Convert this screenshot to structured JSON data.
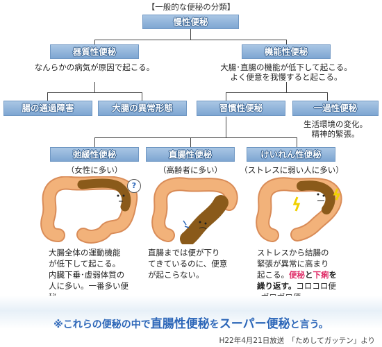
{
  "title": "【一般的な便秘の分類】",
  "nodes": {
    "root": "慢性便秘",
    "organic": "器質性便秘",
    "organic_desc": "なんらかの病気が原因で起こる。",
    "functional": "機能性便秘",
    "functional_desc_1": "大腸･直腸の機能が低下して起こる。",
    "functional_desc_2": "よく便意を我慢すると起こる。",
    "obstruction": "腸の通過障害",
    "malformation": "大腸の異常形態",
    "habitual": "習慣性便秘",
    "transient": "一過性便秘",
    "transient_desc_1": "生活環境の変化。",
    "transient_desc_2": "精神的緊張。",
    "atonic": "弛緩性便秘",
    "atonic_note": "（女性に多い）",
    "rectal": "直腸性便秘",
    "rectal_note": "（高齢者に多い）",
    "spastic": "けいれん性便秘",
    "spastic_note": "（ストレスに弱い人に多い）"
  },
  "descriptions": {
    "atonic": [
      "大腸全体の運動機能",
      "が低下して起こる。",
      "内臓下垂･虚弱体質の",
      "人に多い。一番多い便",
      "秘。"
    ],
    "rectal": [
      "直腸までは便が下り",
      "てきているのに、便意",
      "が起こらない。"
    ],
    "spastic_lines": [
      "ストレスから結腸の",
      "緊張が異常に高まり"
    ],
    "spastic_l3_pre": "起こる。",
    "spastic_constipation": "便秘",
    "spastic_and": "と",
    "spastic_diarrhea": "下痢",
    "spastic_l3_post": "を",
    "spastic_repeat": "繰り返す。",
    "spastic_l4_post": "コロコロ便",
    "spastic_l5": "､ポロポロ便。"
  },
  "question_mark": "?",
  "footer": {
    "prefix": "※これらの便秘の中で",
    "highlight1": "直腸性便秘",
    "middle": "を",
    "highlight2": "スーパー便秘",
    "suffix": "と言う。"
  },
  "source": "H22年4月21日放送　「ためしてガッテン」より",
  "colors": {
    "box_top": "#a9c6e4",
    "box_bottom": "#7ea6d2",
    "intestine": "#f2b27a",
    "stool": "#8a5a1a",
    "accent_red": "#e0306a",
    "footer_blue": "#2c66b8"
  }
}
